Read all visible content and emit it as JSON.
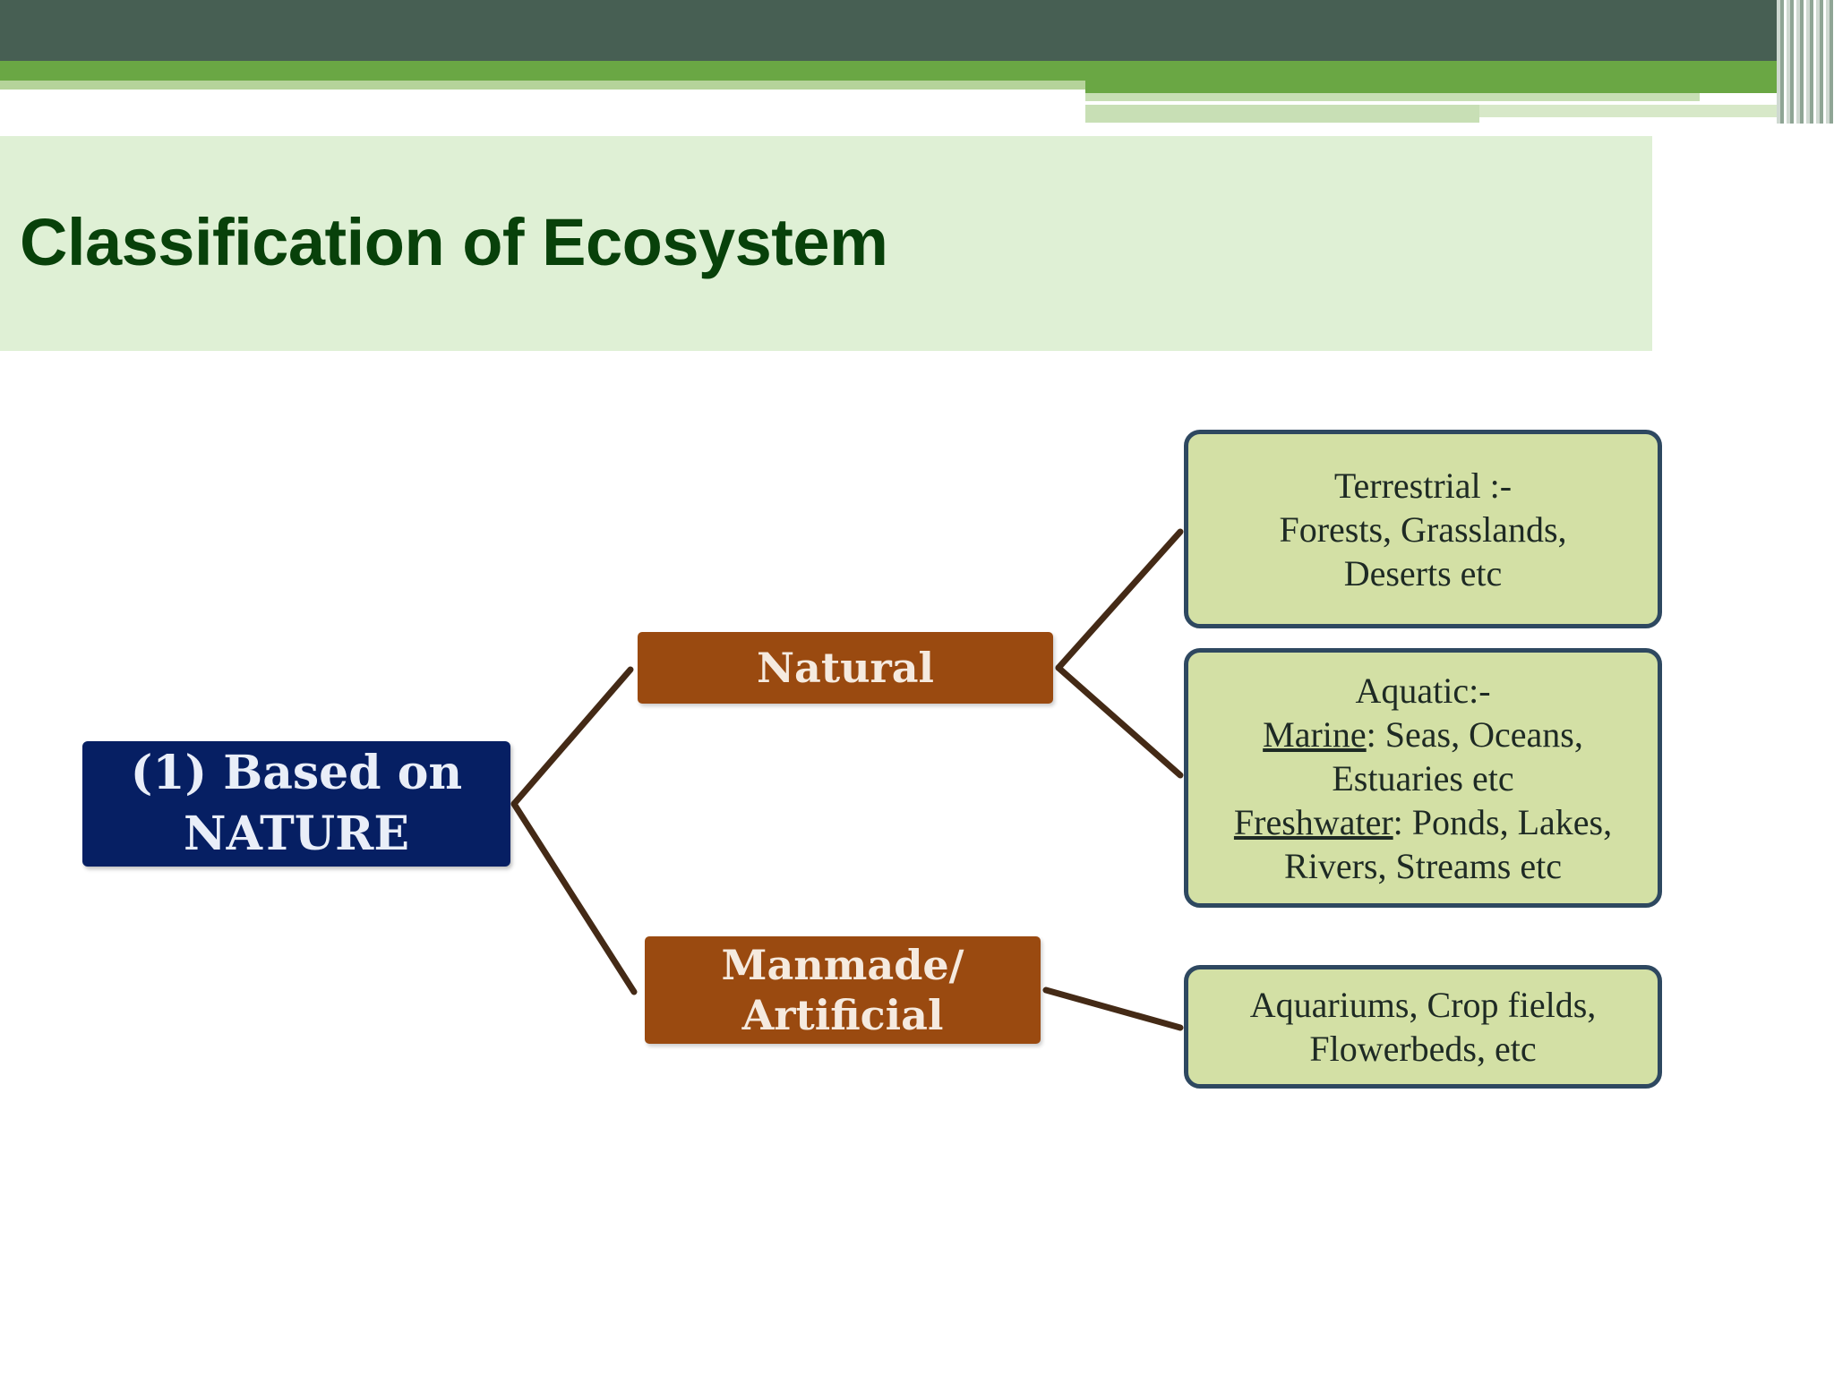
{
  "slide": {
    "title": "Classification of Ecosystem"
  },
  "diagram": {
    "root": {
      "line1": "(1) Based on",
      "line2": "NATURE"
    },
    "natural": {
      "label": "Natural",
      "terrestrial": {
        "line1": "Terrestrial :-",
        "line2": "Forests, Grasslands,",
        "line3": "Deserts etc"
      },
      "aquatic": {
        "line1": "Aquatic:-",
        "marine_label": "Marine",
        "marine_text": ": Seas, Oceans,",
        "line3": "Estuaries etc",
        "freshwater_label": "Freshwater",
        "freshwater_text": ": Ponds, Lakes,",
        "line5": "Rivers, Streams etc"
      }
    },
    "manmade": {
      "line1": "Manmade/",
      "line2": "Artificial",
      "examples": {
        "line1": "Aquariums, Crop fields,",
        "line2": "Flowerbeds, etc"
      }
    }
  },
  "colors": {
    "header_dark": "#475f53",
    "header_green": "#6aa744",
    "title_band": "#dff0d5",
    "title_text": "#08410a",
    "root_box": "#061f63",
    "mid_box": "#9a4a10",
    "leaf_box": "#d3e0a5",
    "leaf_border": "#2e4860",
    "connector": "#442a16"
  }
}
